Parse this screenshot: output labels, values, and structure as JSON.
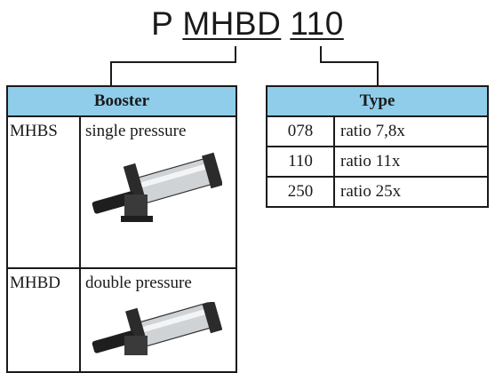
{
  "order_code": {
    "prefix": "P",
    "model": "MHBD",
    "ratio": "110"
  },
  "booster_table": {
    "header": "Booster",
    "rows": [
      {
        "code": "MHBS",
        "description": "single pressure",
        "image": "single-pressure-booster-illustration"
      },
      {
        "code": "MHBD",
        "description": "double pressure",
        "image": "double-pressure-booster-illustration"
      }
    ]
  },
  "type_table": {
    "header": "Type",
    "rows": [
      {
        "code": "078",
        "description": "ratio 7,8x"
      },
      {
        "code": "110",
        "description": "ratio 11x"
      },
      {
        "code": "250",
        "description": "ratio 25x"
      }
    ]
  },
  "colors": {
    "header_fill": "#8fcdea",
    "border": "#1a1a1a"
  }
}
